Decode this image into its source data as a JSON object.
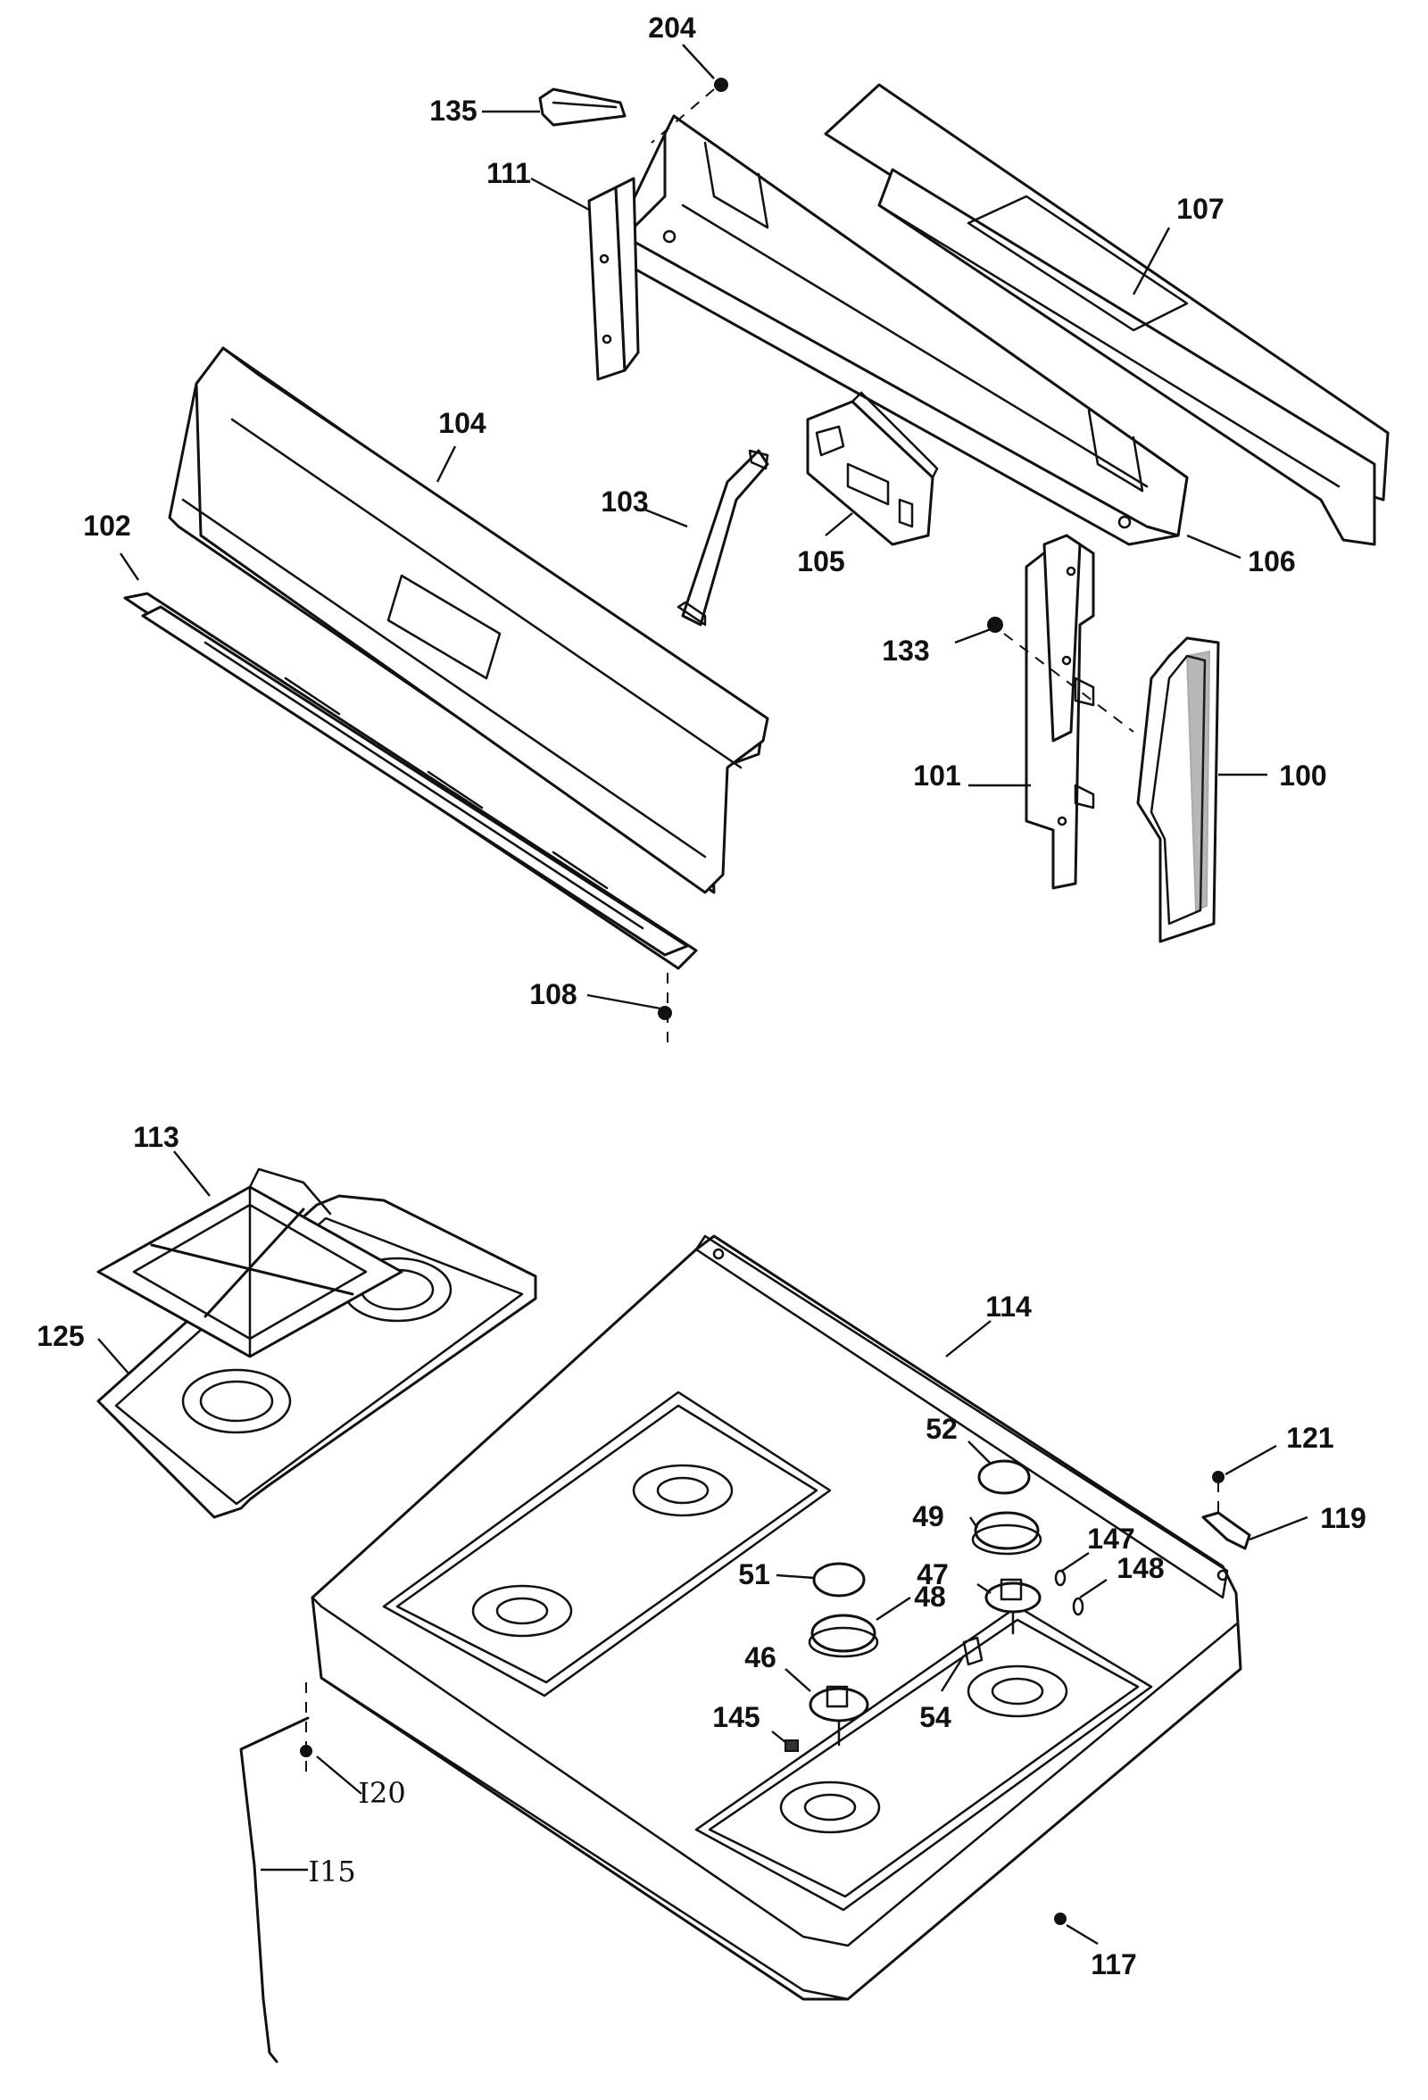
{
  "diagram": {
    "upper_assembly": {
      "labels": {
        "p204": "204",
        "p135": "135",
        "p111": "111",
        "p107": "107",
        "p104": "104",
        "p103": "103",
        "p102": "102",
        "p105": "105",
        "p106": "106",
        "p133": "133",
        "p101": "101",
        "p100": "100",
        "p108": "108"
      }
    },
    "lower_assembly": {
      "labels": {
        "p113": "113",
        "p114": "114",
        "p125": "125",
        "p52": "52",
        "p121": "121",
        "p49": "49",
        "p119": "119",
        "p47": "47",
        "p147": "147",
        "p51": "51",
        "p48": "48",
        "p148": "148",
        "p46": "46",
        "p54": "54",
        "p145": "145",
        "p120": "I20",
        "p115": "I15",
        "p117": "117"
      }
    }
  }
}
